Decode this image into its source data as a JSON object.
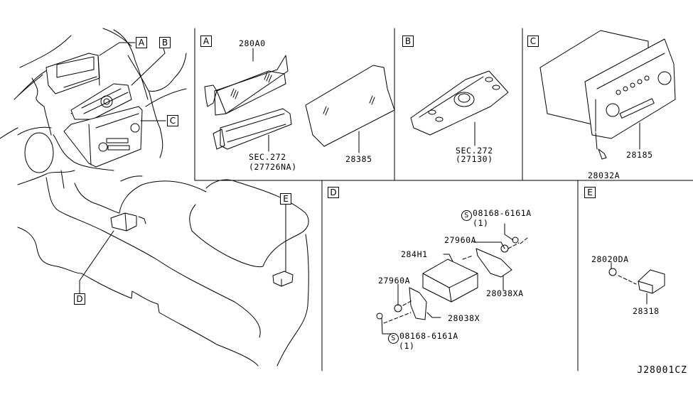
{
  "diagram": {
    "title_code": "J28001CZ",
    "overview": {
      "callouts": [
        "A",
        "B",
        "C",
        "D",
        "E"
      ]
    },
    "panels": [
      {
        "id": "A",
        "parts": [
          {
            "number": "280A0"
          },
          {
            "number": "SEC.272",
            "sub": "(27726NA)"
          },
          {
            "number": "28385"
          }
        ]
      },
      {
        "id": "B",
        "parts": [
          {
            "number": "SEC.272",
            "sub": "(27130)"
          }
        ]
      },
      {
        "id": "C",
        "parts": [
          {
            "number": "28185"
          },
          {
            "number": "28032A"
          }
        ]
      },
      {
        "id": "D",
        "parts": [
          {
            "number": "08168-6161A",
            "qty": "(1)",
            "standard": "S"
          },
          {
            "number": "27960A"
          },
          {
            "number": "284H1"
          },
          {
            "number": "27960A"
          },
          {
            "number": "28038XA"
          },
          {
            "number": "28038X"
          },
          {
            "number": "08168-6161A",
            "qty": "(1)",
            "standard": "S"
          }
        ]
      },
      {
        "id": "E",
        "parts": [
          {
            "number": "28020DA"
          },
          {
            "number": "28318"
          }
        ]
      }
    ]
  }
}
